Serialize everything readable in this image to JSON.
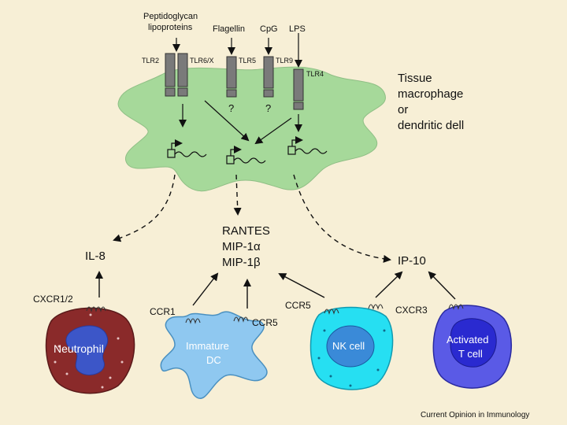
{
  "ligands": {
    "peptidoglycan": "Peptidoglycan",
    "lipoproteins": "lipoproteins",
    "flagellin": "Flagellin",
    "cpg": "CpG",
    "lps": "LPS"
  },
  "receptors": {
    "tlr2": "TLR2",
    "tlr6x": "TLR6/X",
    "tlr5": "TLR5",
    "tlr9": "TLR9",
    "tlr4": "TLR4",
    "unknown1": "?",
    "unknown2": "?"
  },
  "cell_label": [
    "Tissue",
    "macrophage",
    "or",
    "dendritic dell"
  ],
  "chemokines": {
    "il8": "IL-8",
    "rantes": "RANTES",
    "mip1a": "MIP-1α",
    "mip1b": "MIP-1β",
    "ip10": "IP-10"
  },
  "chemokine_receptors": {
    "cxcr12": "CXCR1/2",
    "ccr1": "CCR1",
    "ccr5_dc": "CCR5",
    "ccr5_nk": "CCR5",
    "cxcr3": "CXCR3"
  },
  "target_cells": {
    "neutrophil": "Neutrophil",
    "immature_dc_1": "Immature",
    "immature_dc_2": "DC",
    "nk_cell": "NK cell",
    "t_cell_1": "Activated",
    "t_cell_2": "T cell"
  },
  "footer": "Current Opinion in Immunology",
  "colors": {
    "background": "#f7efd6",
    "macrophage": "#a6d99a",
    "receptor": "#7a7a7a",
    "neutrophil": "#8a2a2a",
    "dendritic": "#8fc8f0",
    "nk": "#26dff2",
    "tcell": "#5a5ae6"
  }
}
